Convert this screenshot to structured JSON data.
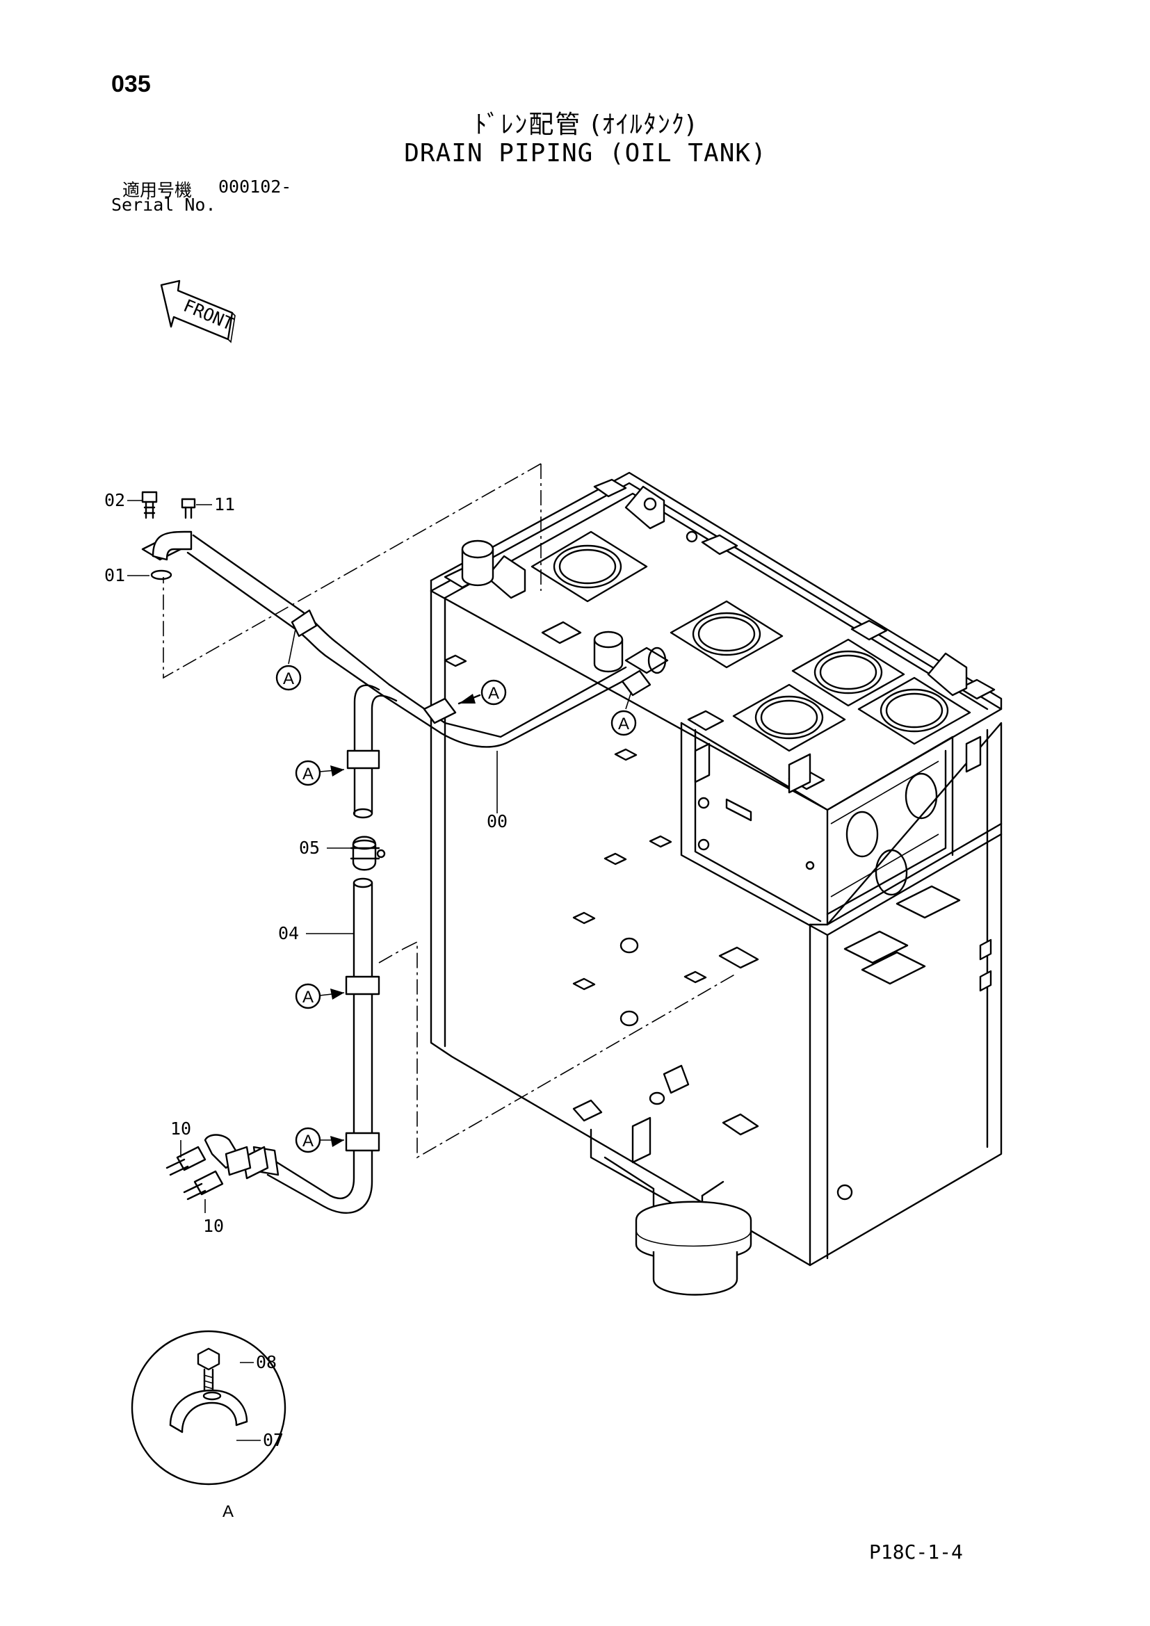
{
  "header": {
    "page_number": "035",
    "title_jp": "ﾄﾞﾚﾝ配管 (ｵｲﾙﾀﾝｸ)",
    "title_en": "DRAIN PIPING (OIL TANK)",
    "serial_label_jp": "適用号機",
    "serial_value": "000102-",
    "serial_label_en": "Serial No."
  },
  "front_marker": "FRONT",
  "part_labels": {
    "p00": "00",
    "p01": "01",
    "p02": "02",
    "p04": "04",
    "p05": "05",
    "p07": "07",
    "p08": "08",
    "p10a": "10",
    "p10b": "10",
    "p11": "11"
  },
  "callout_letter": "A",
  "detail_label": "A",
  "footer": {
    "page_code": "P18C-1-4"
  }
}
